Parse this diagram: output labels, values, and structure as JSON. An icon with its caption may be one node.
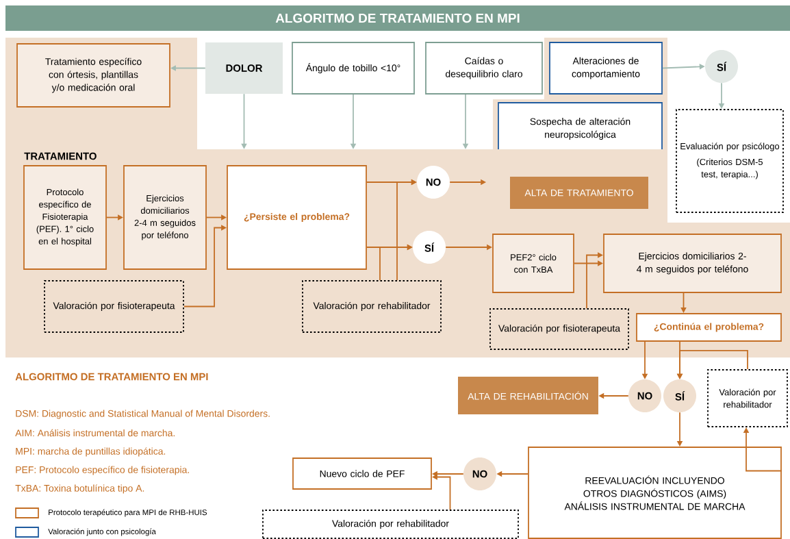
{
  "diagram": {
    "title": "ALGORITMO DE TRATAMIENTO EN MPI",
    "nodes": [
      {
        "text": [
          "Tratamiento específico con órtesis, plantillas y/o medicación oral"
        ]
      },
      {
        "text": [
          "DOLOR"
        ]
      },
      {
        "text": [
          "Ángulo de tobillo <10°"
        ]
      },
      {
        "text": [
          "Caídas o desequilibrio claro"
        ]
      },
      {
        "text": [
          "Alteraciones de comportamiento"
        ]
      },
      {
        "text": [
          "SÍ"
        ]
      },
      {
        "text": [
          "Sospecha de alteración neuropsicológica"
        ]
      },
      {
        "text": [
          "Evaluación por psicólogo",
          "(Criterios DSM-5 test, terapia...)"
        ]
      },
      {
        "text": [
          "TRATAMIENTO"
        ]
      },
      {
        "text": [
          "Protocolo específico de Fisioterapia (PEF). 1° ciclo en el hospital"
        ],
        "in": 8
      },
      {
        "text": [
          "Ejercicios domiciliarios 2-4 m seguidos por teléfono"
        ],
        "in": 8
      },
      {
        "text": [
          "¿Persiste el problema?"
        ],
        "in": 8
      },
      {
        "text": [
          "Valoración por fisioterapeuta"
        ],
        "in": 8
      },
      {
        "text": [
          "NO"
        ],
        "in": 8
      },
      {
        "text": [
          "ALTA DE TRATAMIENTO"
        ],
        "in": 8
      },
      {
        "text": [
          "SÍ"
        ],
        "in": 8
      },
      {
        "text": [
          "Valoración por rehabilitador"
        ],
        "in": 8
      },
      {
        "text": [
          "PEF2° ciclo con TxBA"
        ],
        "in": 8
      },
      {
        "text": [
          "Ejercicios domiciliarios 2-4 m seguidos por teléfono"
        ],
        "in": 8
      },
      {
        "text": [
          "Valoración por fisioterapeuta"
        ],
        "in": 8
      },
      {
        "text": [
          "¿Continúa el problema?"
        ],
        "in": 8
      },
      {
        "text": [
          "NO"
        ]
      },
      {
        "text": [
          "SÍ"
        ]
      },
      {
        "text": [
          "ALTA DE REHABILITACIÓN"
        ]
      },
      {
        "text": [
          "Valoración por rehabilitador"
        ]
      },
      {
        "text": [
          "REEVALUACIÓN INCLUYENDO OTROS DIAGNÓSTICOS (AIMS) ANÁLISIS INSTRUMENTAL DE MARCHA"
        ]
      },
      {
        "text": [
          "NO"
        ]
      },
      {
        "text": [
          "Nuevo ciclo de PEF"
        ]
      },
      {
        "text": [
          "Valoración por rehabilitador"
        ]
      }
    ],
    "edges": [
      {
        "from": 1,
        "to": 0,
        "arrow": "to",
        "color": "#a3bcb3"
      },
      {
        "from": 1,
        "to": 8,
        "arrow": "to",
        "color": "#a3bcb3"
      },
      {
        "from": 2,
        "to": 8,
        "arrow": "to",
        "color": "#a3bcb3"
      },
      {
        "from": 3,
        "to": 8,
        "arrow": "to",
        "color": "#a3bcb3"
      },
      {
        "from": 4,
        "to": 5,
        "arrow": "to",
        "color": "#a3bcb3"
      },
      {
        "from": 5,
        "to": 7,
        "arrow": "to",
        "color": "#a3bcb3"
      },
      {
        "from": 9,
        "to": 10,
        "arrow": "to"
      },
      {
        "from": 10,
        "to": 11,
        "arrow": "to"
      },
      {
        "from": 12,
        "to": 11,
        "arrow": "to"
      },
      {
        "from": 11,
        "to": 13,
        "arrow": "to"
      },
      {
        "from": 11,
        "to": 15,
        "arrow": "to"
      },
      {
        "from": 16,
        "to": 13,
        "arrow": "to"
      },
      {
        "from": 16,
        "to": 15,
        "arrow": "to"
      },
      {
        "from": 13,
        "to": 14,
        "arrow": "to"
      },
      {
        "from": 15,
        "to": 17,
        "arrow": "to"
      },
      {
        "from": 17,
        "to": 18,
        "arrow": "to"
      },
      {
        "from": 19,
        "to": 18,
        "arrow": "to"
      },
      {
        "from": 18,
        "to": 20,
        "arrow": "to"
      },
      {
        "from": 20,
        "to": 21,
        "arrow": "to"
      },
      {
        "from": 20,
        "to": 22,
        "arrow": "to"
      },
      {
        "from": 24,
        "to": 22,
        "arrow": "to"
      },
      {
        "from": 21,
        "to": 23,
        "arrow": "to"
      },
      {
        "from": 22,
        "to": 25,
        "arrow": "to"
      },
      {
        "from": 25,
        "to": 24,
        "arrow": "to"
      },
      {
        "from": 25,
        "to": 26,
        "arrow": "to"
      },
      {
        "from": 26,
        "to": 27,
        "arrow": "to"
      },
      {
        "from": 28,
        "to": 27,
        "arrow": "to"
      }
    ],
    "labels": [
      "ALGORITMO DE TRATAMIENTO EN MPI",
      "DSM: Diagnostic and Statistical Manual of Mental Disorders.",
      "AIM: Análisis instrumental de marcha.",
      "MPI: marcha de puntillas idiopática.",
      "PEF: Protocolo específico de fisioterapia.",
      "TxBA: Toxina botulínica tipo A."
    ],
    "legend": [
      {
        "text": "Protocolo terapéutico para MPI de RHB-HUIS"
      },
      {
        "text": "Valoración junto con psicología"
      }
    ]
  }
}
